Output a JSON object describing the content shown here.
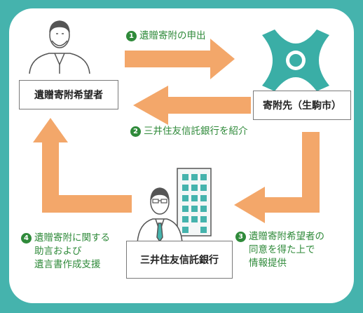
{
  "nodes": {
    "donor": "遺贈寄附希望者",
    "city": "寄附先（生駒市）",
    "bank": "三井住友信託銀行"
  },
  "steps": [
    {
      "num": "1",
      "lines": [
        "遺贈寄附の申出"
      ]
    },
    {
      "num": "2",
      "lines": [
        "三井住友信託銀行を紹介"
      ]
    },
    {
      "num": "3",
      "lines": [
        "遺贈寄附希望者の",
        "同意を得た上で",
        "情報提供"
      ]
    },
    {
      "num": "4",
      "lines": [
        "遺贈寄附に関する",
        "助言および",
        "遺言書作成支援"
      ]
    }
  ],
  "colors": {
    "arrow": "#f3a76a",
    "step_text": "#2f8a3a",
    "frame": "#45b3ad",
    "city_logo": "#3aaea6"
  },
  "icons": [
    "donor-person-icon",
    "city-logo-icon",
    "bank-building-icon",
    "banker-person-icon"
  ]
}
